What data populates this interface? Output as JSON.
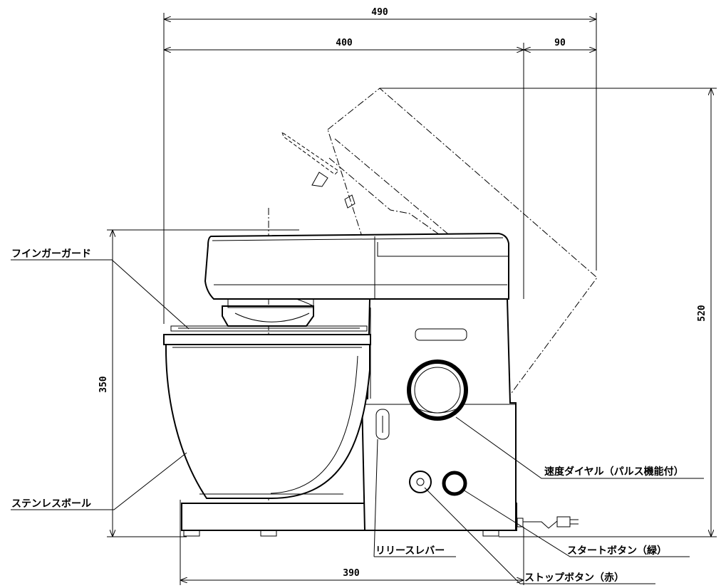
{
  "dimensions": {
    "total_width": "490",
    "body_width": "400",
    "rear_extension": "90",
    "raised_height": "520",
    "height": "350",
    "base_width": "390"
  },
  "labels": {
    "finger_guard": "フインガーガード",
    "stainless_bowl": "ステンレスボール",
    "speed_dial": "速度ダイヤル（パルス機能付）",
    "start_button": "スタートボタン（緑）",
    "release_lever": "リリースレバー",
    "stop_button": "ストップボタン（赤）"
  }
}
